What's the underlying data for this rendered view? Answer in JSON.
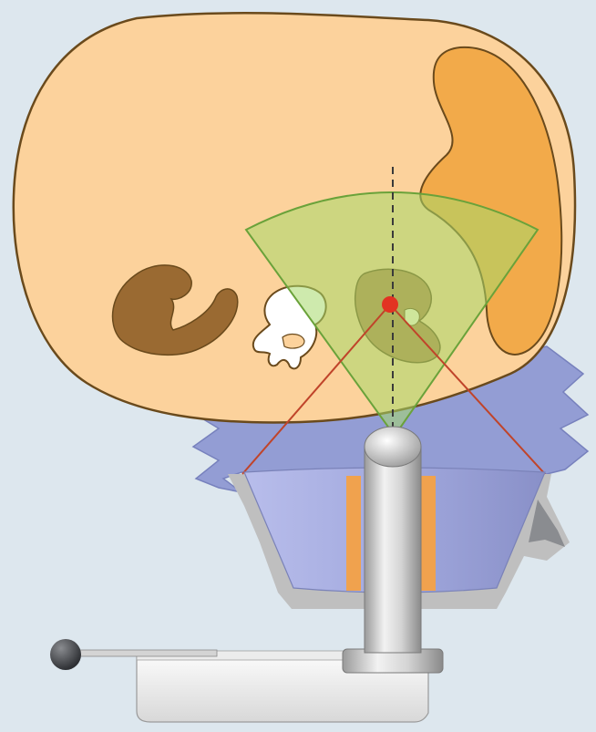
{
  "diagram": {
    "text_labels": [],
    "colors": {
      "background": "#dde7ee",
      "body": "#fcd29c",
      "body_outline": "#6a4a1c",
      "organ_orange": "#f2aa4a",
      "kidney_brown": "#b6824a",
      "fetus_brown": "#9a6a32",
      "bone_white": "#ffffff",
      "sector_green": "#a6d86a",
      "focus_red": "#e23322",
      "ray_red": "#c0442a",
      "gel_blue": "#8c96d2",
      "housing_blue": "#a7aee0",
      "coil_orange": "#f0a24e",
      "metal_grey": "#c8c8c8",
      "knob_dark": "#3c3e42"
    },
    "icons": [
      "patient-cross-section",
      "ultrasound-sector",
      "focal-point",
      "transducer-head",
      "water-bolus",
      "positioning-arm",
      "joystick-knob"
    ]
  }
}
